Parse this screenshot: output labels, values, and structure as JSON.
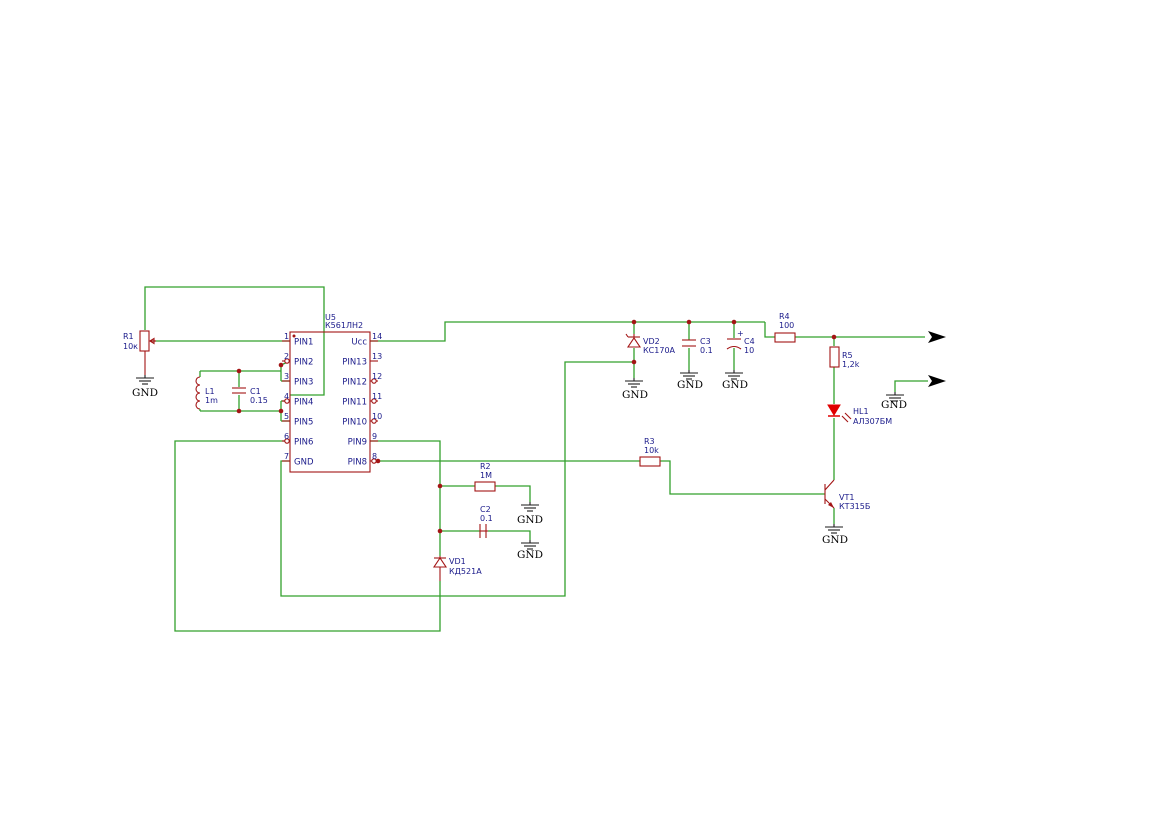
{
  "ic": {
    "ref": "U5",
    "value": "К561ЛН2",
    "left_pins": [
      {
        "num": "1",
        "name": "PIN1"
      },
      {
        "num": "2",
        "name": "PIN2"
      },
      {
        "num": "3",
        "name": "PIN3"
      },
      {
        "num": "4",
        "name": "PIN4"
      },
      {
        "num": "5",
        "name": "PIN5"
      },
      {
        "num": "6",
        "name": "PIN6"
      },
      {
        "num": "7",
        "name": "GND"
      }
    ],
    "right_pins": [
      {
        "num": "14",
        "name": "Ucc"
      },
      {
        "num": "13",
        "name": "PIN13"
      },
      {
        "num": "12",
        "name": "PIN12"
      },
      {
        "num": "11",
        "name": "PIN11"
      },
      {
        "num": "10",
        "name": "PIN10"
      },
      {
        "num": "9",
        "name": "PIN9"
      },
      {
        "num": "8",
        "name": "PIN8"
      }
    ]
  },
  "components": {
    "r1": {
      "ref": "R1",
      "value": "10к"
    },
    "l1": {
      "ref": "L1",
      "value": "1m"
    },
    "c1": {
      "ref": "C1",
      "value": "0.15"
    },
    "r2": {
      "ref": "R2",
      "value": "1M"
    },
    "c2": {
      "ref": "C2",
      "value": "0.1"
    },
    "vd1": {
      "ref": "VD1",
      "value": "КД521А"
    },
    "vd2": {
      "ref": "VD2",
      "value": "КС170А"
    },
    "c3": {
      "ref": "C3",
      "value": "0.1"
    },
    "c4": {
      "ref": "C4",
      "value": "10",
      "polarity": "+"
    },
    "r4": {
      "ref": "R4",
      "value": "100"
    },
    "r5": {
      "ref": "R5",
      "value": "1,2k"
    },
    "hl1": {
      "ref": "HL1",
      "value": "АЛ307БМ"
    },
    "r3": {
      "ref": "R3",
      "value": "10k"
    },
    "vt1": {
      "ref": "VT1",
      "value": "КТ315Б"
    }
  },
  "gnd_label": "GND",
  "colors": {
    "wire": "#33a02c",
    "component": "#a31515",
    "label": "#1a1a8a",
    "led": "#e00000"
  }
}
